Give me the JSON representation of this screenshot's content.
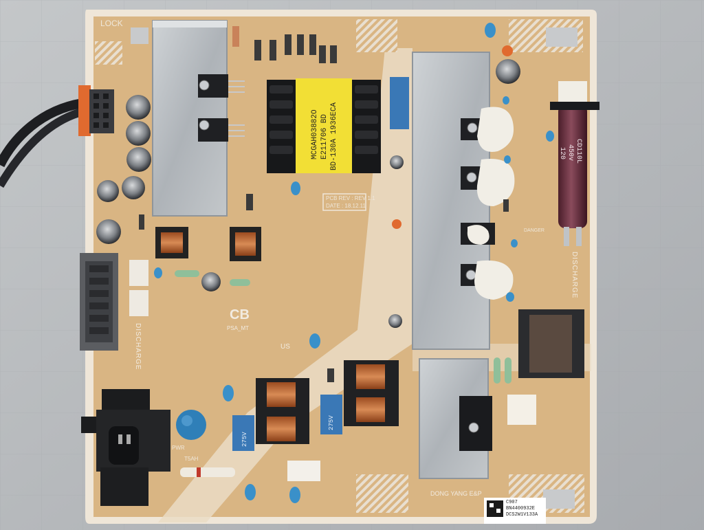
{
  "board": {
    "lock_top": "LOCK",
    "cb_mark": "CB",
    "us_mark": "US",
    "pcb_rev": "PCB REV : REV 1.1",
    "date": "DATE : 18.12.11",
    "transformer_line1": "MCGAH03882O",
    "transformer_line2": "E211706 BD",
    "transformer_line3": "BD-130A 1936ECA",
    "discharge_left": "DISCHARGE",
    "discharge_right": "DISCHARGE",
    "danger_mark": "DANGER",
    "fuse_label": "T5AH",
    "psa_mt": "PSA_MT",
    "dong_yang": "DONG YANG E&P",
    "pwr_label": "PWR"
  },
  "capacitor": {
    "brand": "CD110L",
    "voltage": "450v",
    "capacitance": "120"
  },
  "qr_label": {
    "code": "C907",
    "line1": "BN4400932E",
    "line2": "DCS2W1V133A"
  },
  "film_cap": {
    "value": "275V",
    "value2": "275V"
  },
  "colors": {
    "pcb": "#d9b583",
    "pcb_dark": "#c9a06b",
    "silk": "#efe7da",
    "heatsink": "#b7bcc1",
    "background": "#b9bcbf"
  }
}
